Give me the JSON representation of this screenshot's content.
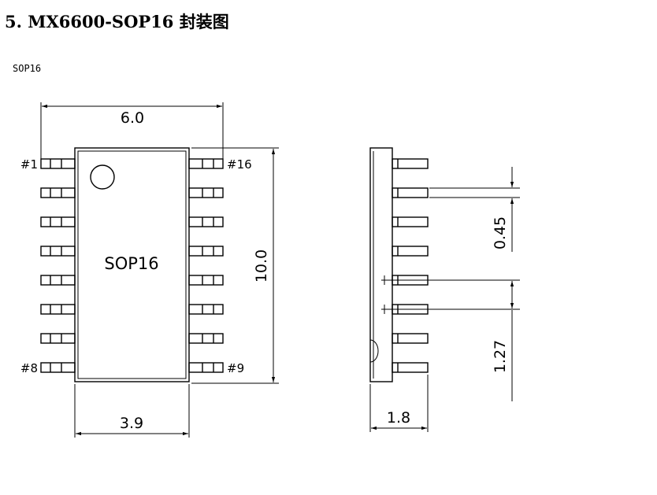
{
  "header": {
    "title": "5. MX6600-SOP16 封装图"
  },
  "diagram": {
    "package_label": "SOP16",
    "body_label": "SOP16",
    "pins": {
      "pin1": "#1",
      "pin8": "#8",
      "pin9": "#9",
      "pin16": "#16"
    },
    "dimensions": {
      "overall_width": "6.0",
      "body_length": "10.0",
      "body_width": "3.9",
      "thickness": "1.8",
      "pin_width": "0.45",
      "pin_pitch": "1.27"
    }
  }
}
